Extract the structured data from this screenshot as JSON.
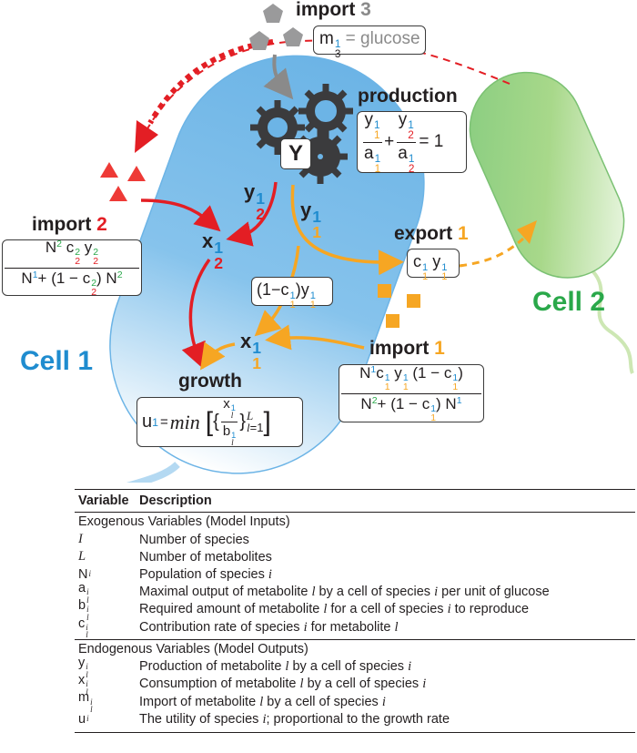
{
  "colors": {
    "species1": "#1f8ccf",
    "species2": "#2aa84a",
    "metabolite1": "#f6a623",
    "metabolite2": "#e31e24",
    "metabolite3": "#8a8a8a",
    "cell1_fill": "#7bbde8",
    "cell2_fill": "#a9d98a"
  },
  "diagram": {
    "import3": {
      "title": "import",
      "index": "3",
      "formula_var": "m",
      "formula_sup": "1",
      "formula_sub": "3",
      "formula_rhs": "= glucose"
    },
    "production": {
      "title": "production",
      "term1_num": "y",
      "term1_sup": "1",
      "term1_sub": "1",
      "term1_den": "a",
      "term2_num": "y",
      "term2_sup": "1",
      "term2_sub": "2",
      "term2_den": "a",
      "plus": "+",
      "rhs": "= 1"
    },
    "gear_label": "Y",
    "y21": {
      "var": "y",
      "sup": "1",
      "sub": "2"
    },
    "y11": {
      "var": "y",
      "sup": "1",
      "sub": "1"
    },
    "x21": {
      "var": "x",
      "sup": "1",
      "sub": "2"
    },
    "x11": {
      "var": "x",
      "sup": "1",
      "sub": "1"
    },
    "import2": {
      "title": "import",
      "index": "2",
      "num": "N² c²₂ y²₂",
      "den": "N¹ + (1 − c²₂) N²"
    },
    "export1": {
      "title": "export",
      "index": "1",
      "formula": "c¹₁ y¹₁"
    },
    "internal": {
      "formula": "(1−c¹₁)y¹₁"
    },
    "import1": {
      "title": "import",
      "index": "1",
      "num": "N¹c¹₁ y¹₁ (1 − c¹₁)",
      "den": "N² + (1 − c¹₁) N¹"
    },
    "growth": {
      "title": "growth",
      "lhs": "u",
      "lhs_sup": "1",
      "eq": "=",
      "fn": "min",
      "frac_num": "x",
      "frac_den": "b",
      "upper": "L",
      "lower": "l",
      "lower_rhs": "=1"
    },
    "cell1_label": "Cell 1",
    "cell2_label": "Cell 2"
  },
  "table": {
    "headers": [
      "Variable",
      "Description"
    ],
    "sections": [
      {
        "title": "Exogenous Variables (Model Inputs)",
        "rows": [
          {
            "var": "I",
            "sup": "",
            "sub": "",
            "desc": "Number of species"
          },
          {
            "var": "L",
            "sup": "",
            "sub": "",
            "desc": "Number of metabolites"
          },
          {
            "var": "N",
            "sup": "i",
            "sub": "",
            "desc": "Population of species i"
          },
          {
            "var": "a",
            "sup": "i",
            "sub": "l",
            "desc": "Maximal output of metabolite l by a cell of species i per unit of glucose"
          },
          {
            "var": "b",
            "sup": "i",
            "sub": "l",
            "desc": "Required amount of metabolite l for a cell of species i to reproduce"
          },
          {
            "var": "c",
            "sup": "i",
            "sub": "l",
            "desc": "Contribution rate of species i for metabolite l"
          }
        ]
      },
      {
        "title": "Endogenous Variables (Model Outputs)",
        "rows": [
          {
            "var": "y",
            "sup": "i",
            "sub": "l",
            "desc": "Production of metabolite l by a cell of species i"
          },
          {
            "var": "x",
            "sup": "i",
            "sub": "l",
            "desc": "Consumption of metabolite l by a cell of species i"
          },
          {
            "var": "m",
            "sup": "i",
            "sub": "l",
            "desc": "Import of metabolite l by a cell of species i"
          },
          {
            "var": "u",
            "sup": "i",
            "sub": "",
            "desc": "The utility of species i; proportional to the growth rate"
          }
        ]
      }
    ]
  }
}
